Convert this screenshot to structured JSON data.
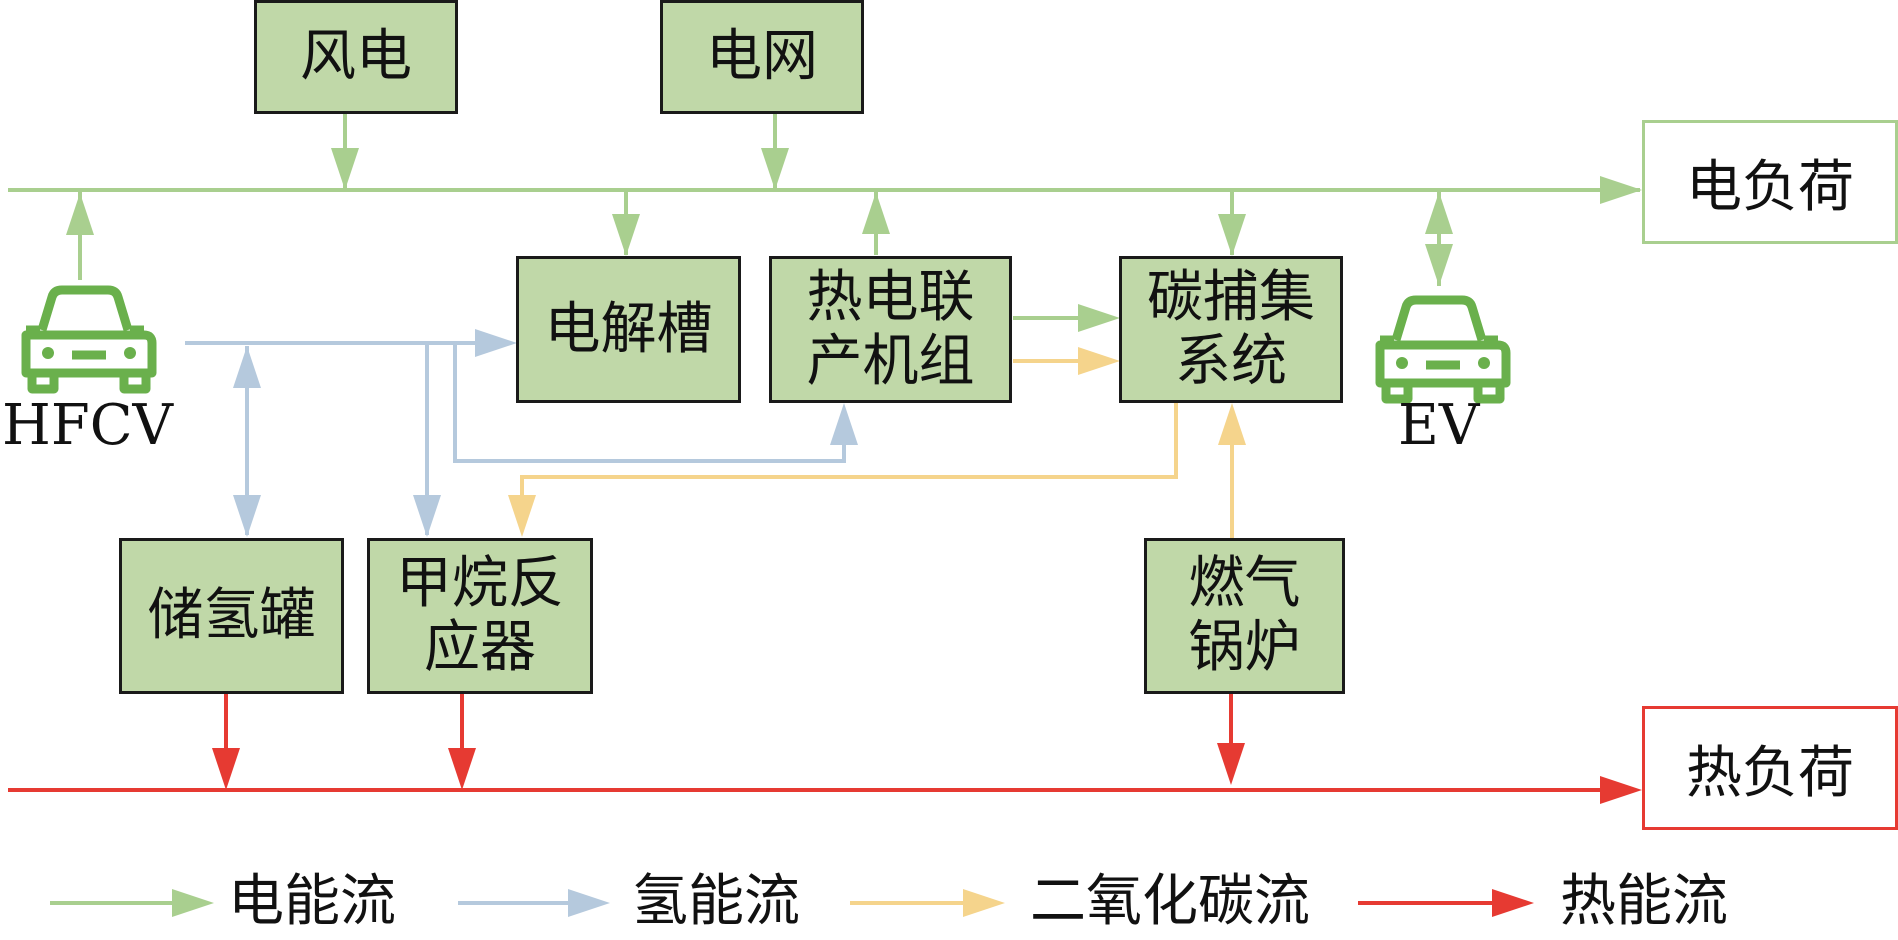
{
  "colors": {
    "electric": "#a9cf8f",
    "hydrogen": "#b5c9dd",
    "co2": "#f5d48c",
    "heat": "#e63a32",
    "box_fill": "#c0d8a8",
    "car_icon": "#6ab04c"
  },
  "nodes": {
    "wind": "风电",
    "grid": "电网",
    "electrolyzer": "电解槽",
    "chp": "热电联\n产机组",
    "ccs": "碳捕集\n系统",
    "h2_storage": "储氢罐",
    "methanation": "甲烷反\n应器",
    "gas_boiler": "燃气\n锅炉"
  },
  "loads": {
    "electric_load": "电负荷",
    "heat_load": "热负荷"
  },
  "vehicles": {
    "hfcv": "HFCV",
    "ev": "EV"
  },
  "legend": [
    {
      "label": "电能流",
      "color": "#a9cf8f"
    },
    {
      "label": "氢能流",
      "color": "#b5c9dd"
    },
    {
      "label": "二氧化碳流",
      "color": "#f5d48c"
    },
    {
      "label": "热能流",
      "color": "#e63a32"
    }
  ]
}
